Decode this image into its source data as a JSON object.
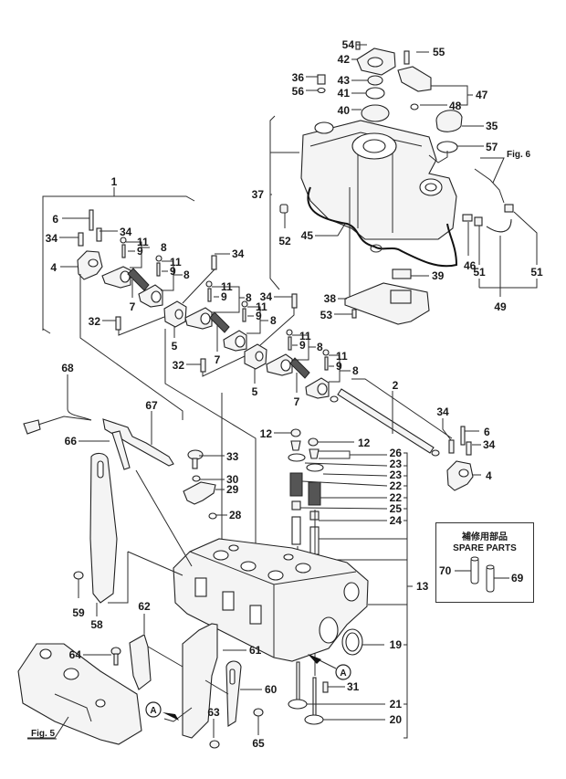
{
  "diagram": {
    "title": "Cylinder head and bonnet exploded parts diagram",
    "callouts": [
      {
        "id": "1",
        "label": "1"
      },
      {
        "id": "2",
        "label": "2"
      },
      {
        "id": "4a",
        "label": "4"
      },
      {
        "id": "4b",
        "label": "4"
      },
      {
        "id": "5a",
        "label": "5"
      },
      {
        "id": "5b",
        "label": "5"
      },
      {
        "id": "6a",
        "label": "6"
      },
      {
        "id": "6b",
        "label": "6"
      },
      {
        "id": "7a",
        "label": "7"
      },
      {
        "id": "7b",
        "label": "7"
      },
      {
        "id": "7c",
        "label": "7"
      },
      {
        "id": "8a",
        "label": "8"
      },
      {
        "id": "8b",
        "label": "8"
      },
      {
        "id": "8c",
        "label": "8"
      },
      {
        "id": "8d",
        "label": "8"
      },
      {
        "id": "8e",
        "label": "8"
      },
      {
        "id": "8f",
        "label": "8"
      },
      {
        "id": "9a",
        "label": "9"
      },
      {
        "id": "9b",
        "label": "9"
      },
      {
        "id": "9c",
        "label": "9"
      },
      {
        "id": "9d",
        "label": "9"
      },
      {
        "id": "9e",
        "label": "9"
      },
      {
        "id": "9f",
        "label": "9"
      },
      {
        "id": "11a",
        "label": "11"
      },
      {
        "id": "11b",
        "label": "11"
      },
      {
        "id": "11c",
        "label": "11"
      },
      {
        "id": "11d",
        "label": "11"
      },
      {
        "id": "11e",
        "label": "11"
      },
      {
        "id": "11f",
        "label": "11"
      },
      {
        "id": "12a",
        "label": "12"
      },
      {
        "id": "12b",
        "label": "12"
      },
      {
        "id": "13",
        "label": "13"
      },
      {
        "id": "19",
        "label": "19"
      },
      {
        "id": "20",
        "label": "20"
      },
      {
        "id": "21",
        "label": "21"
      },
      {
        "id": "22a",
        "label": "22"
      },
      {
        "id": "22b",
        "label": "22"
      },
      {
        "id": "23a",
        "label": "23"
      },
      {
        "id": "23b",
        "label": "23"
      },
      {
        "id": "24",
        "label": "24"
      },
      {
        "id": "25",
        "label": "25"
      },
      {
        "id": "26",
        "label": "26"
      },
      {
        "id": "28",
        "label": "28"
      },
      {
        "id": "29",
        "label": "29"
      },
      {
        "id": "30",
        "label": "30"
      },
      {
        "id": "31",
        "label": "31"
      },
      {
        "id": "32a",
        "label": "32"
      },
      {
        "id": "32b",
        "label": "32"
      },
      {
        "id": "33",
        "label": "33"
      },
      {
        "id": "34a",
        "label": "34"
      },
      {
        "id": "34b",
        "label": "34"
      },
      {
        "id": "34c",
        "label": "34"
      },
      {
        "id": "34d",
        "label": "34"
      },
      {
        "id": "34e",
        "label": "34"
      },
      {
        "id": "34f",
        "label": "34"
      },
      {
        "id": "35",
        "label": "35"
      },
      {
        "id": "36",
        "label": "36"
      },
      {
        "id": "37",
        "label": "37"
      },
      {
        "id": "38",
        "label": "38"
      },
      {
        "id": "39",
        "label": "39"
      },
      {
        "id": "40",
        "label": "40"
      },
      {
        "id": "41",
        "label": "41"
      },
      {
        "id": "42",
        "label": "42"
      },
      {
        "id": "43",
        "label": "43"
      },
      {
        "id": "45",
        "label": "45"
      },
      {
        "id": "46",
        "label": "46"
      },
      {
        "id": "47",
        "label": "47"
      },
      {
        "id": "48",
        "label": "48"
      },
      {
        "id": "49",
        "label": "49"
      },
      {
        "id": "51a",
        "label": "51"
      },
      {
        "id": "51b",
        "label": "51"
      },
      {
        "id": "52",
        "label": "52"
      },
      {
        "id": "53",
        "label": "53"
      },
      {
        "id": "54",
        "label": "54"
      },
      {
        "id": "55",
        "label": "55"
      },
      {
        "id": "56",
        "label": "56"
      },
      {
        "id": "57",
        "label": "57"
      },
      {
        "id": "58",
        "label": "58"
      },
      {
        "id": "59",
        "label": "59"
      },
      {
        "id": "60",
        "label": "60"
      },
      {
        "id": "61",
        "label": "61"
      },
      {
        "id": "62",
        "label": "62"
      },
      {
        "id": "63",
        "label": "63"
      },
      {
        "id": "64",
        "label": "64"
      },
      {
        "id": "65",
        "label": "65"
      },
      {
        "id": "66",
        "label": "66"
      },
      {
        "id": "67",
        "label": "67"
      },
      {
        "id": "68",
        "label": "68"
      },
      {
        "id": "69",
        "label": "69"
      },
      {
        "id": "70",
        "label": "70"
      }
    ],
    "figure_refs": {
      "fig5": "Fig. 5",
      "fig6": "Fig. 6"
    },
    "reference_markers": {
      "marker_a1": "A",
      "marker_a2": "A"
    },
    "spare_parts_box": {
      "title_jp": "補修用部品",
      "title_en": "SPARE PARTS"
    }
  }
}
